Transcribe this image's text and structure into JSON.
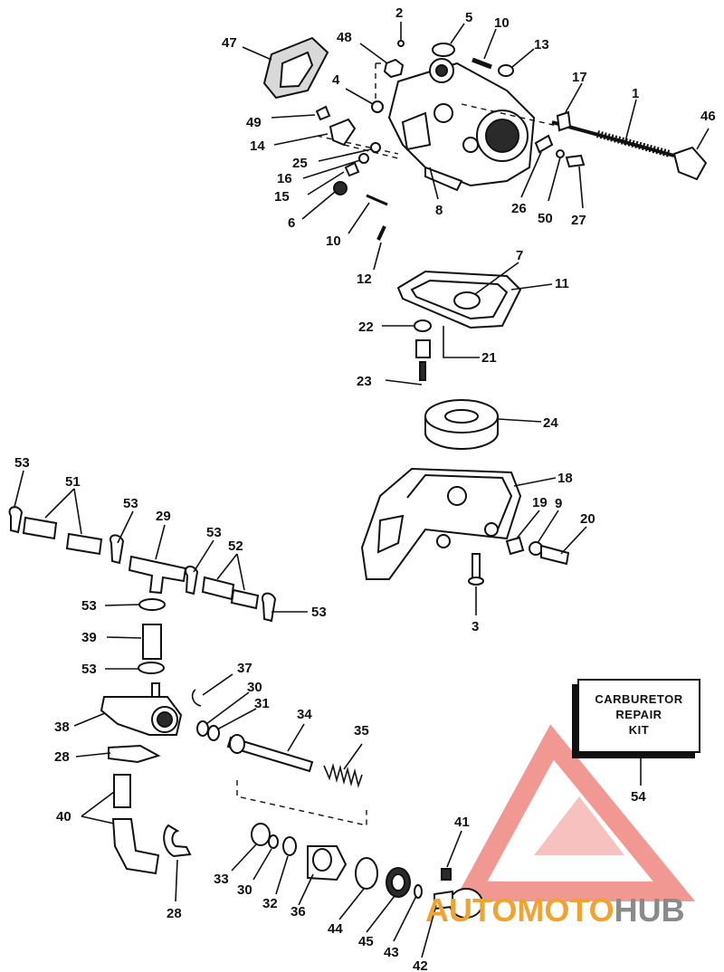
{
  "labels": {
    "n1": "1",
    "n2": "2",
    "n3": "3",
    "n4": "4",
    "n5": "5",
    "n6": "6",
    "n7": "7",
    "n8": "8",
    "n9": "9",
    "n10a": "10",
    "n10b": "10",
    "n11": "11",
    "n12": "12",
    "n13": "13",
    "n14": "14",
    "n15": "15",
    "n16": "16",
    "n17": "17",
    "n18": "18",
    "n19": "19",
    "n20": "20",
    "n21": "21",
    "n22": "22",
    "n23": "23",
    "n24": "24",
    "n25": "25",
    "n26": "26",
    "n27": "27",
    "n28a": "28",
    "n28b": "28",
    "n29": "29",
    "n30a": "30",
    "n30b": "30",
    "n31": "31",
    "n32": "32",
    "n33": "33",
    "n34": "34",
    "n35": "35",
    "n36": "36",
    "n37": "37",
    "n38": "38",
    "n39": "39",
    "n40": "40",
    "n41": "41",
    "n42": "42",
    "n43": "43",
    "n44": "44",
    "n45": "45",
    "n46": "46",
    "n47": "47",
    "n48": "48",
    "n49": "49",
    "n50": "50",
    "n51": "51",
    "n52": "52",
    "n53a": "53",
    "n53b": "53",
    "n53c": "53",
    "n53d": "53",
    "n53e": "53",
    "n53f": "53",
    "n54": "54"
  },
  "kit": {
    "line1": "CARBURETOR",
    "line2": "REPAIR",
    "line3": "KIT"
  },
  "watermark": {
    "part1": "AUTOMOTO",
    "part2": "HUB"
  },
  "colors": {
    "logo_red": "#e8453c",
    "logo_orange": "#f0a330",
    "logo_grey": "#8a8a8a"
  }
}
